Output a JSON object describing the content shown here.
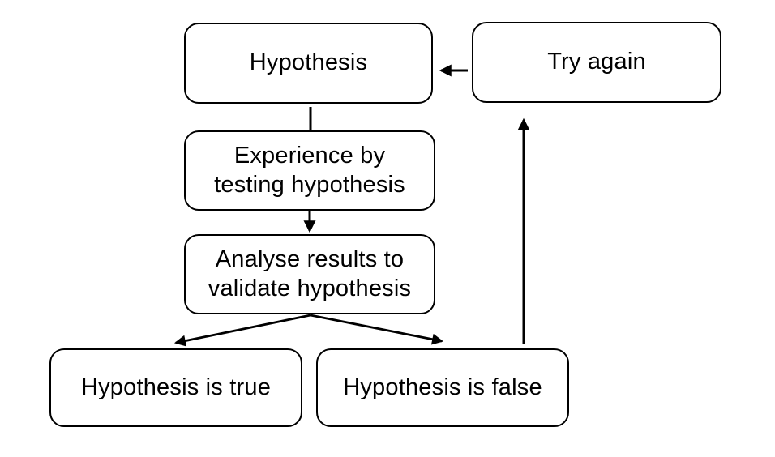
{
  "diagram": {
    "nodes": {
      "hypothesis": {
        "label": "Hypothesis"
      },
      "try_again": {
        "label": "Try again"
      },
      "experience": {
        "label": "Experience by\ntesting hypothesis"
      },
      "analyse": {
        "label": "Analyse results to\nvalidate hypothesis"
      },
      "hypothesis_true": {
        "label": "Hypothesis is true"
      },
      "hypothesis_false": {
        "label": "Hypothesis is false"
      }
    },
    "edges": [
      {
        "from": "try_again",
        "to": "hypothesis",
        "arrowhead": true
      },
      {
        "from": "hypothesis",
        "to": "experience",
        "arrowhead": false
      },
      {
        "from": "experience",
        "to": "analyse",
        "arrowhead": true
      },
      {
        "from": "analyse",
        "to": "hypothesis_true",
        "arrowhead": true
      },
      {
        "from": "analyse",
        "to": "hypothesis_false",
        "arrowhead": true
      },
      {
        "from": "hypothesis_false",
        "to": "try_again",
        "arrowhead": true
      }
    ],
    "colors": {
      "background": "#ffffff",
      "border": "#000000",
      "text": "#000000",
      "arrow": "#000000"
    }
  }
}
